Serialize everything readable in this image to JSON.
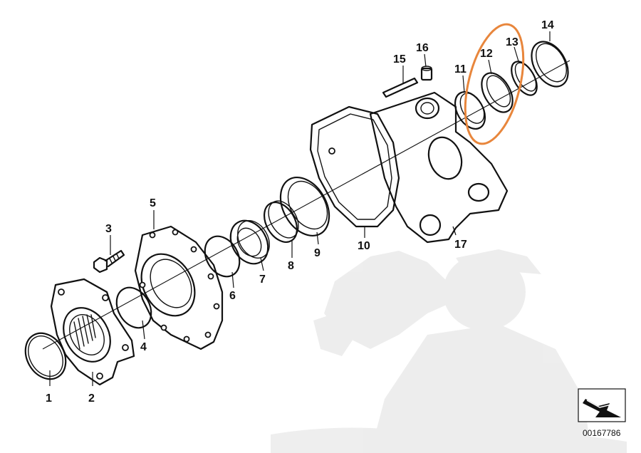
{
  "diagram": {
    "part_labels": {
      "p1": "1",
      "p2": "2",
      "p3": "3",
      "p4": "4",
      "p5": "5",
      "p6": "6",
      "p7": "7",
      "p8": "8",
      "p9": "9",
      "p10": "10",
      "p11": "11",
      "p12": "12",
      "p13": "13",
      "p14": "14",
      "p15": "15",
      "p16": "16",
      "p17": "17"
    },
    "drawing_number": "00167786",
    "highlight_color": "#e8863c",
    "icons": {
      "orientation": "direction-arrow-icon",
      "watermark": "mechanic-silhouette-icon"
    }
  }
}
